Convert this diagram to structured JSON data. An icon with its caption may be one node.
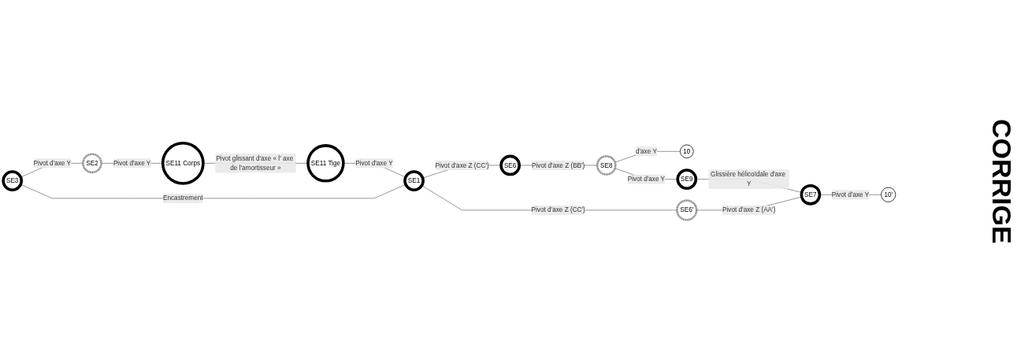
{
  "diagram": {
    "nodes": [
      {
        "text": [
          "SE3"
        ]
      },
      {
        "text": [
          "SE2"
        ]
      },
      {
        "text": [
          "SE1"
        ]
      },
      {
        "text": [
          "SE11 Corps"
        ]
      },
      {
        "text": [
          "SE11 Tige"
        ]
      },
      {
        "text": [
          "SE6"
        ]
      },
      {
        "text": [
          "SE6'"
        ]
      },
      {
        "text": [
          "SE8"
        ]
      },
      {
        "text": [
          "SE9"
        ]
      },
      {
        "text": [
          "SE7"
        ]
      },
      {
        "text": [
          "10"
        ]
      },
      {
        "text": [
          "10'"
        ]
      }
    ],
    "edges": [
      {
        "from": 0,
        "to": 1,
        "arrow": "none",
        "label": "Pivot d'axe Y"
      },
      {
        "from": 0,
        "to": 2,
        "arrow": "none",
        "label": "Encastrement"
      },
      {
        "from": 1,
        "to": 3,
        "arrow": "none",
        "label": "Pivot d'axe Y"
      },
      {
        "from": 3,
        "to": 4,
        "arrow": "none",
        "label": "Pivot glissant d'axe « l' axe de l'amortisseur »"
      },
      {
        "from": 4,
        "to": 2,
        "arrow": "none",
        "label": "Pivot d'axe Y"
      },
      {
        "from": 2,
        "to": 5,
        "arrow": "none",
        "label": "Pivot d'axe Z (CC')"
      },
      {
        "from": 2,
        "to": 6,
        "arrow": "none",
        "label": "Pivot d'axe Z (CC')"
      },
      {
        "from": 5,
        "to": 7,
        "arrow": "none",
        "label": "Pivot d'axe Z (BB')"
      },
      {
        "from": 7,
        "to": 10,
        "arrow": "none",
        "label": "d'axe Y"
      },
      {
        "from": 7,
        "to": 8,
        "arrow": "none",
        "label": "Pivot d'axe Y"
      },
      {
        "from": 8,
        "to": 9,
        "arrow": "none",
        "label": "Glissière hélicoïdale d'axe Y"
      },
      {
        "from": 6,
        "to": 9,
        "arrow": "none",
        "label": "Pivot d'axe Z (AA')"
      },
      {
        "from": 9,
        "to": 11,
        "arrow": "none",
        "label": "Pivot d'axe Y"
      }
    ],
    "labels": [
      "CORRIGE"
    ]
  }
}
